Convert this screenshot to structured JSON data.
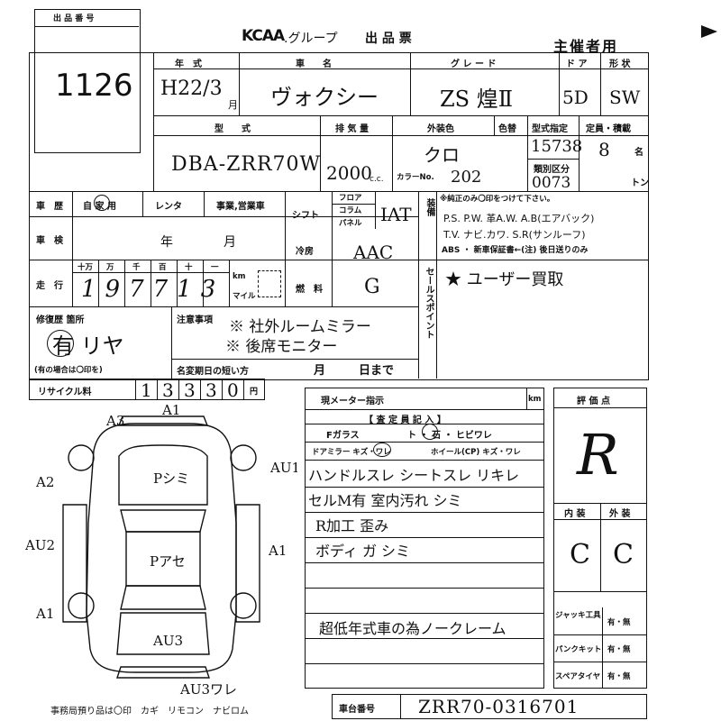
{
  "header": {
    "lot_label": "出 品 番 号",
    "lot_number": "1126",
    "brand_text": "KCAA",
    "group_text": ".グループ",
    "sheet_title": "出 品 票",
    "organizer": "主催者用"
  },
  "row1": {
    "year_label": "年　式",
    "car_name_label": "車　　名",
    "grade_label": "グ レ ー ド",
    "doors_label": "ド ア",
    "shape_label": "形 状",
    "year_value": "H22/3",
    "year_unit": "月",
    "car_name": "ヴォクシー",
    "grade": "ZS 煌Ⅱ",
    "doors": "5D",
    "shape": "SW"
  },
  "row2": {
    "model_label": "型　　式",
    "displacement_label": "排 気 量",
    "color_label": "外装色",
    "color_no_label": "色替",
    "type_label": "型式指定",
    "capacity_label": "定員・積載",
    "model": "DBA-ZRR70W",
    "displacement": "2000",
    "cc_unit": "c.c.",
    "color": "クロ",
    "color_no_prefix": "カラーNo.",
    "color_no": "202",
    "type_designation": "15738",
    "category_label": "類別区分",
    "category": "0073",
    "capacity": "8",
    "capacity_unit": "名",
    "ton_unit": "トン"
  },
  "history": {
    "label": "車　歴",
    "options": "自 家 用",
    "rental": "レンタ",
    "business": "事業,営業車",
    "shift_label": "シフト",
    "shift_floor": "フロア",
    "shift_column": "コラム",
    "shift_panel": "パネル",
    "shift_value": "IAT",
    "equipment_label": "装備",
    "equipment_note": "※純正のみ〇印をつけて下さい。",
    "equipment_line1": "P.S. P.W. 革A.W. A.B(エアバック)",
    "equipment_line2": "T.V. ナビ.カワ. S.R(サンルーフ)",
    "equipment_line3": "ABS ・ 新車保証書←(注) 後日送りのみ"
  },
  "inspection": {
    "label": "車　検",
    "year_unit": "年",
    "month_unit": "月",
    "ac_label": "冷房",
    "ac_value": "AAC"
  },
  "mileage": {
    "label": "走　行",
    "digit_units": [
      "十万",
      "万",
      "千",
      "百",
      "十",
      "一"
    ],
    "value": "197713",
    "km_label": "km",
    "mile_label": "マイル",
    "fuel_label": "燃　料",
    "fuel_value": "G",
    "sales_point_label": "セールスポイント",
    "sales_point_value": "★ ユーザー買取"
  },
  "repair": {
    "label": "修復歴 箇所",
    "value": "有 リヤ",
    "note": "(有の場合は〇印を)",
    "notice_label": "注意事項",
    "notice_line1": "※ 社外ルームミラー",
    "notice_line2": "※ 後席モニター",
    "deadline_label": "名変期日の短い方",
    "deadline_month": "月",
    "deadline_day": "日まで"
  },
  "recycle": {
    "label": "リサイクル料",
    "digits": [
      "1",
      "3",
      "3",
      "3",
      "0"
    ],
    "unit": "円"
  },
  "meter": {
    "label": "現メーター指示",
    "unit": "km"
  },
  "appraisal": {
    "header": "【 査 定 員 記 入 】",
    "glass_label": "Fガラス",
    "glass_items": "ト ・ 石 ・ ヒビワレ",
    "mirror_label": "ドアミラー キズ・ワレ",
    "wheel_label": "ホイール(CP) キズ・ワレ",
    "notes": [
      "ハンドルスレ シートスレ リキレ",
      "セルM有 室内汚れ シミ",
      "R加工 歪み",
      "ボディ ガ シミ",
      "",
      "",
      "超低年式車の為ノークレーム"
    ]
  },
  "score": {
    "label": "評 価 点",
    "value": "R",
    "interior_label": "内 装",
    "exterior_label": "外 装",
    "interior": "C",
    "exterior": "C",
    "jack_label": "ジャッキ工具",
    "puncture_label": "パンクキット",
    "spare_label": "スペアタイヤ",
    "yes_no": "有・無"
  },
  "chassis": {
    "label": "車台番号",
    "value": "ZRR70-0316701"
  },
  "footer": {
    "note": "事務局預り品は〇印　カギ　リモコン　ナビロム"
  },
  "diagram": {
    "marks": [
      "A1",
      "A3",
      "A2",
      "AU1",
      "AU2",
      "A1",
      "A1",
      "AU3",
      "AU3ワレ"
    ],
    "roof": "Pシミ",
    "hood": "Pアセ"
  }
}
